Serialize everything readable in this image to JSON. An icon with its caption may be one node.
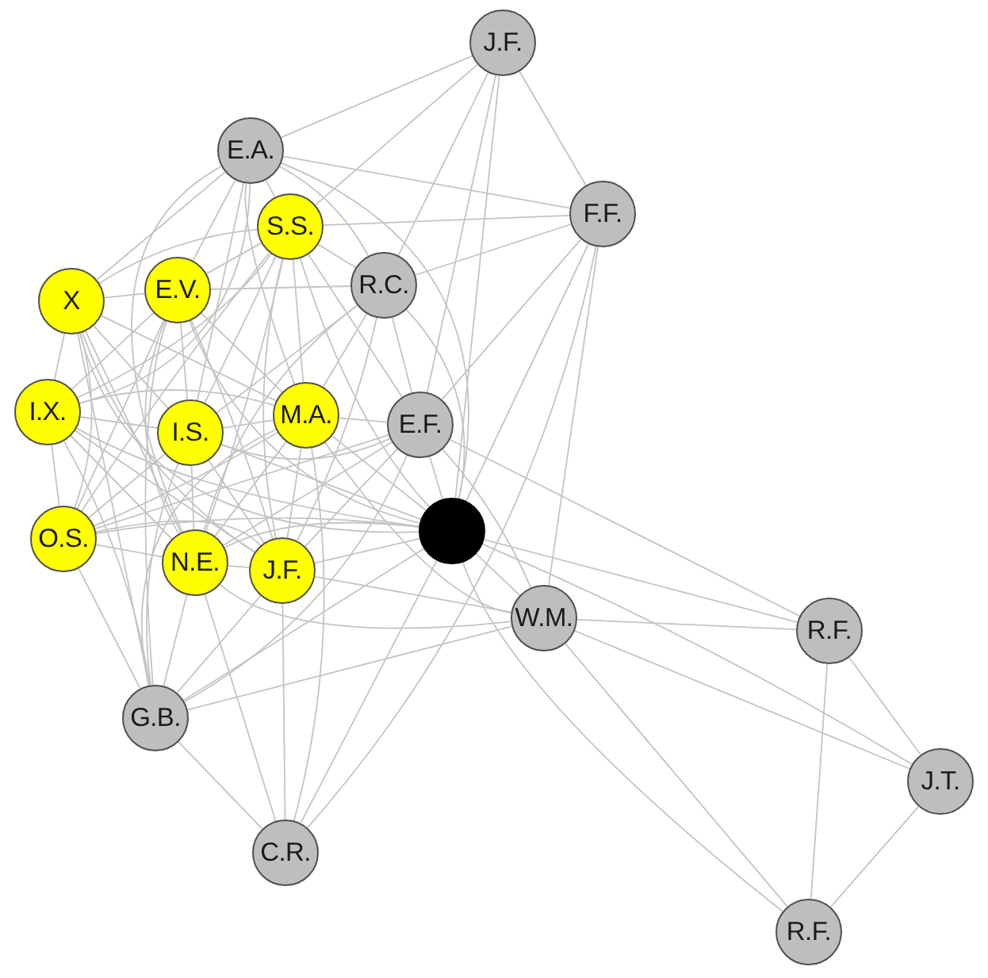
{
  "diagram": {
    "nodes": [
      {
        "text": [
          "J.F."
        ]
      },
      {
        "text": [
          "E.A."
        ]
      },
      {
        "text": [
          "S.S."
        ]
      },
      {
        "text": [
          "F.F."
        ]
      },
      {
        "text": [
          "X"
        ]
      },
      {
        "text": [
          "E.V."
        ]
      },
      {
        "text": [
          "R.C."
        ]
      },
      {
        "text": [
          "I.X."
        ]
      },
      {
        "text": [
          "I.S."
        ]
      },
      {
        "text": [
          "M.A."
        ]
      },
      {
        "text": [
          "E.F."
        ]
      },
      {
        "text": [
          "O.S."
        ]
      },
      {
        "text": [
          "N.E."
        ]
      },
      {
        "text": [
          "J.F."
        ]
      },
      {
        "text": [],
        "shape": "circle"
      },
      {
        "text": [
          "W.M."
        ]
      },
      {
        "text": [
          "R.F."
        ]
      },
      {
        "text": [
          "G.B."
        ]
      },
      {
        "text": [
          "J.T."
        ]
      },
      {
        "text": [
          "C.R."
        ]
      },
      {
        "text": [
          "R.F."
        ]
      }
    ],
    "edges": [
      {
        "from": 0,
        "to": 1,
        "arrow": "none"
      },
      {
        "from": 0,
        "to": 2,
        "arrow": "none"
      },
      {
        "from": 0,
        "to": 3,
        "arrow": "none"
      },
      {
        "from": 0,
        "to": 6,
        "arrow": "none"
      },
      {
        "from": 0,
        "to": 10,
        "arrow": "none"
      },
      {
        "from": 0,
        "to": 14,
        "arrow": "none"
      },
      {
        "from": 1,
        "to": 2,
        "arrow": "none"
      },
      {
        "from": 1,
        "to": 3,
        "arrow": "none"
      },
      {
        "from": 1,
        "to": 4,
        "arrow": "none"
      },
      {
        "from": 1,
        "to": 5,
        "arrow": "none"
      },
      {
        "from": 1,
        "to": 6,
        "arrow": "none"
      },
      {
        "from": 1,
        "to": 7,
        "arrow": "none"
      },
      {
        "from": 1,
        "to": 8,
        "arrow": "none"
      },
      {
        "from": 1,
        "to": 9,
        "arrow": "none"
      },
      {
        "from": 1,
        "to": 12,
        "arrow": "none"
      },
      {
        "from": 1,
        "to": 14,
        "arrow": "none"
      },
      {
        "from": 2,
        "to": 3,
        "arrow": "none"
      },
      {
        "from": 2,
        "to": 4,
        "arrow": "none"
      },
      {
        "from": 2,
        "to": 5,
        "arrow": "none"
      },
      {
        "from": 2,
        "to": 6,
        "arrow": "none"
      },
      {
        "from": 2,
        "to": 7,
        "arrow": "none"
      },
      {
        "from": 2,
        "to": 8,
        "arrow": "none"
      },
      {
        "from": 2,
        "to": 9,
        "arrow": "none"
      },
      {
        "from": 2,
        "to": 10,
        "arrow": "none"
      },
      {
        "from": 2,
        "to": 11,
        "arrow": "none"
      },
      {
        "from": 2,
        "to": 12,
        "arrow": "none"
      },
      {
        "from": 2,
        "to": 13,
        "arrow": "none"
      },
      {
        "from": 2,
        "to": 14,
        "arrow": "none"
      },
      {
        "from": 3,
        "to": 6,
        "arrow": "none"
      },
      {
        "from": 3,
        "to": 10,
        "arrow": "none"
      },
      {
        "from": 3,
        "to": 14,
        "arrow": "none"
      },
      {
        "from": 3,
        "to": 15,
        "arrow": "none"
      },
      {
        "from": 3,
        "to": 19,
        "arrow": "none"
      },
      {
        "from": 4,
        "to": 5,
        "arrow": "none"
      },
      {
        "from": 4,
        "to": 7,
        "arrow": "none"
      },
      {
        "from": 4,
        "to": 8,
        "arrow": "none"
      },
      {
        "from": 4,
        "to": 9,
        "arrow": "none"
      },
      {
        "from": 4,
        "to": 11,
        "arrow": "none"
      },
      {
        "from": 4,
        "to": 12,
        "arrow": "none"
      },
      {
        "from": 4,
        "to": 13,
        "arrow": "none"
      },
      {
        "from": 4,
        "to": 14,
        "arrow": "none"
      },
      {
        "from": 4,
        "to": 17,
        "arrow": "none"
      },
      {
        "from": 5,
        "to": 6,
        "arrow": "none"
      },
      {
        "from": 5,
        "to": 7,
        "arrow": "none"
      },
      {
        "from": 5,
        "to": 8,
        "arrow": "none"
      },
      {
        "from": 5,
        "to": 9,
        "arrow": "none"
      },
      {
        "from": 5,
        "to": 11,
        "arrow": "none"
      },
      {
        "from": 5,
        "to": 12,
        "arrow": "none"
      },
      {
        "from": 5,
        "to": 13,
        "arrow": "none"
      },
      {
        "from": 5,
        "to": 14,
        "arrow": "none"
      },
      {
        "from": 5,
        "to": 17,
        "arrow": "none"
      },
      {
        "from": 6,
        "to": 8,
        "arrow": "none"
      },
      {
        "from": 6,
        "to": 9,
        "arrow": "none"
      },
      {
        "from": 6,
        "to": 10,
        "arrow": "none"
      },
      {
        "from": 6,
        "to": 12,
        "arrow": "none"
      },
      {
        "from": 6,
        "to": 13,
        "arrow": "none"
      },
      {
        "from": 6,
        "to": 14,
        "arrow": "none"
      },
      {
        "from": 7,
        "to": 8,
        "arrow": "none"
      },
      {
        "from": 7,
        "to": 9,
        "arrow": "none"
      },
      {
        "from": 7,
        "to": 11,
        "arrow": "none"
      },
      {
        "from": 7,
        "to": 12,
        "arrow": "none"
      },
      {
        "from": 7,
        "to": 13,
        "arrow": "none"
      },
      {
        "from": 7,
        "to": 14,
        "arrow": "none"
      },
      {
        "from": 7,
        "to": 17,
        "arrow": "none"
      },
      {
        "from": 8,
        "to": 9,
        "arrow": "none"
      },
      {
        "from": 8,
        "to": 10,
        "arrow": "none"
      },
      {
        "from": 8,
        "to": 11,
        "arrow": "none"
      },
      {
        "from": 8,
        "to": 12,
        "arrow": "none"
      },
      {
        "from": 8,
        "to": 13,
        "arrow": "none"
      },
      {
        "from": 8,
        "to": 14,
        "arrow": "none"
      },
      {
        "from": 8,
        "to": 17,
        "arrow": "none"
      },
      {
        "from": 9,
        "to": 10,
        "arrow": "none"
      },
      {
        "from": 9,
        "to": 11,
        "arrow": "none"
      },
      {
        "from": 9,
        "to": 12,
        "arrow": "none"
      },
      {
        "from": 9,
        "to": 13,
        "arrow": "none"
      },
      {
        "from": 9,
        "to": 14,
        "arrow": "none"
      },
      {
        "from": 9,
        "to": 15,
        "arrow": "none"
      },
      {
        "from": 9,
        "to": 17,
        "arrow": "none"
      },
      {
        "from": 9,
        "to": 19,
        "arrow": "none"
      },
      {
        "from": 10,
        "to": 11,
        "arrow": "none"
      },
      {
        "from": 10,
        "to": 12,
        "arrow": "none"
      },
      {
        "from": 10,
        "to": 13,
        "arrow": "none"
      },
      {
        "from": 10,
        "to": 14,
        "arrow": "none"
      },
      {
        "from": 10,
        "to": 15,
        "arrow": "none"
      },
      {
        "from": 10,
        "to": 16,
        "arrow": "none"
      },
      {
        "from": 10,
        "to": 17,
        "arrow": "none"
      },
      {
        "from": 11,
        "to": 12,
        "arrow": "none"
      },
      {
        "from": 11,
        "to": 13,
        "arrow": "none"
      },
      {
        "from": 11,
        "to": 14,
        "arrow": "none"
      },
      {
        "from": 11,
        "to": 17,
        "arrow": "none"
      },
      {
        "from": 12,
        "to": 13,
        "arrow": "none"
      },
      {
        "from": 12,
        "to": 14,
        "arrow": "none"
      },
      {
        "from": 12,
        "to": 15,
        "arrow": "none"
      },
      {
        "from": 12,
        "to": 17,
        "arrow": "none"
      },
      {
        "from": 12,
        "to": 19,
        "arrow": "none"
      },
      {
        "from": 13,
        "to": 14,
        "arrow": "none"
      },
      {
        "from": 13,
        "to": 15,
        "arrow": "none"
      },
      {
        "from": 13,
        "to": 17,
        "arrow": "none"
      },
      {
        "from": 13,
        "to": 19,
        "arrow": "none"
      },
      {
        "from": 14,
        "to": 15,
        "arrow": "none"
      },
      {
        "from": 14,
        "to": 16,
        "arrow": "none"
      },
      {
        "from": 14,
        "to": 17,
        "arrow": "none"
      },
      {
        "from": 14,
        "to": 18,
        "arrow": "none"
      },
      {
        "from": 14,
        "to": 19,
        "arrow": "none"
      },
      {
        "from": 14,
        "to": 20,
        "arrow": "none"
      },
      {
        "from": 15,
        "to": 16,
        "arrow": "none"
      },
      {
        "from": 15,
        "to": 17,
        "arrow": "none"
      },
      {
        "from": 15,
        "to": 18,
        "arrow": "none"
      },
      {
        "from": 15,
        "to": 20,
        "arrow": "none"
      },
      {
        "from": 16,
        "to": 18,
        "arrow": "none"
      },
      {
        "from": 16,
        "to": 20,
        "arrow": "none"
      },
      {
        "from": 17,
        "to": 19,
        "arrow": "none"
      },
      {
        "from": 18,
        "to": 20,
        "arrow": "none"
      }
    ]
  }
}
